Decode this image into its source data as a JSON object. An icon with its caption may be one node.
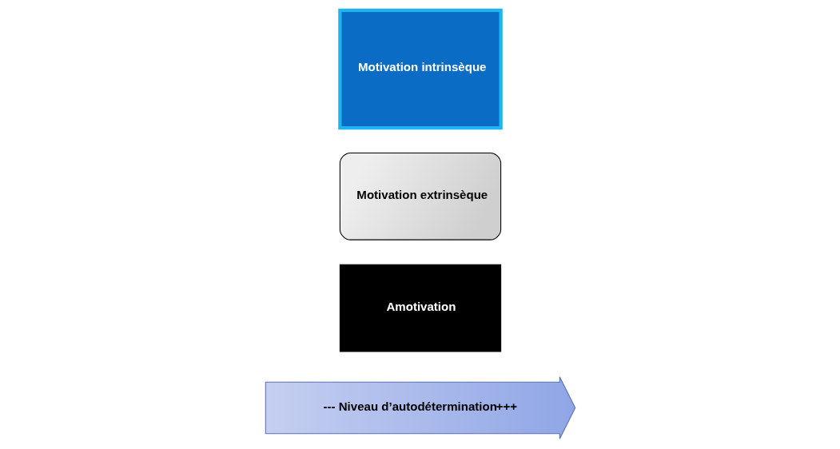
{
  "diagram": {
    "nodes": [
      {
        "text": [
          "---",
          "Niveau d’autodétermination",
          "+++"
        ]
      },
      {
        "text": [
          "Motivation intrinsèque"
        ]
      },
      {
        "text": [
          "Motivation extrinsèque"
        ]
      },
      {
        "text": [
          "Amotivation"
        ]
      }
    ]
  }
}
